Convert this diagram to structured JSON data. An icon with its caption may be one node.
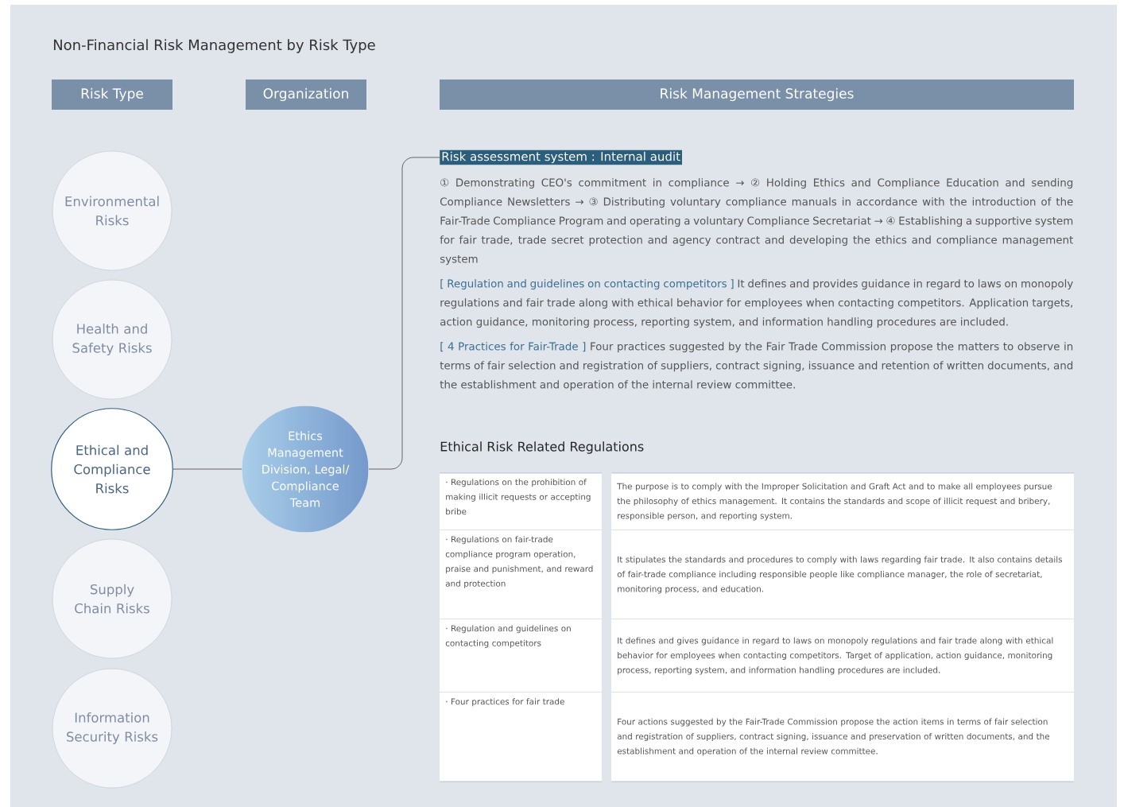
{
  "diagram": {
    "title": "Non-Financial Risk Management by Risk Type",
    "nodes": [
      {
        "text": [
          "Risk Type"
        ]
      },
      {
        "text": [
          "Organization"
        ]
      },
      {
        "text": [
          "Risk Management Strategies"
        ]
      },
      {
        "text": [
          "Environmental Risks"
        ]
      },
      {
        "text": [
          "Health and Safety Risks"
        ]
      },
      {
        "text": [
          "Ethical and Compliance Risks"
        ]
      },
      {
        "text": [
          "Supply Chain Risks"
        ]
      },
      {
        "text": [
          "Information Security Risks"
        ]
      },
      {
        "text": [
          "Ethics Management Division, Legal/ Compliance Team"
        ]
      },
      {
        "text": [
          "Risk assessment system : Internal audit"
        ]
      }
    ],
    "edges": [
      {
        "from": 5,
        "to": 8,
        "arrow": "none"
      },
      {
        "from": 8,
        "to": 9,
        "arrow": "none"
      }
    ],
    "labels": [
      "① Demonstrating CEO's commitment in compliance → ② Holding Ethics and Compliance Education and sending Compliance Newsletters → ③ Distributing voluntary compliance manuals in accordance with the introduction of the Fair-Trade Compliance Program and operating a voluntary Compliance Secretariat → ④ Establishing a supportive system for fair trade, trade secret protection and agency contract and developing the ethics and compliance management system",
      "[ Regulation and guidelines on contacting competitors ]",
      "It defines and provides guidance in regard to laws on monopoly regulations and fair trade along with ethical behavior for employees when contacting competitors. Application targets, action guidance, monitoring process, reporting system, and information handling procedures are included.",
      "[ 4 Practices for Fair-Trade ]",
      "Four practices suggested by the Fair Trade Commission propose the matters to observe in terms of fair selection and registration of suppliers, contract signing, issuance and retention of written documents, and the establishment and operation of the internal review committee.",
      "Ethical Risk Related Regulations",
      "· Regulations on the prohibition of making illicit requests or accepting bribe",
      "The purpose is to comply with the Improper Solicitation and Graft Act and to make all employees pursue the philosophy of ethics management. It contains the standards and scope of illicit request and bribery, responsible person, and reporting system.",
      "· Regulations on fair-trade compliance program operation, praise and punishment, and reward and protection",
      "It stipulates the standards and procedures to comply with laws regarding fair trade. It also contains details of fair-trade compliance including responsible people like compliance manager, the role of secretariat, monitoring process, and education.",
      "· Regulation and guidelines on contacting competitors",
      "It defines and gives guidance in regard to laws on monopoly regulations and fair trade along with ethical behavior for employees when contacting competitors. Target of application, action guidance, monitoring process, reporting system, and information handling procedures are included.",
      "· Four practices for fair trade",
      "Four actions suggested by the Fair-Trade Commission propose the action items in terms of fair selection and registration of suppliers, contract signing, issuance and preservation of written documents, and the establishment and operation of the internal review committee."
    ]
  }
}
